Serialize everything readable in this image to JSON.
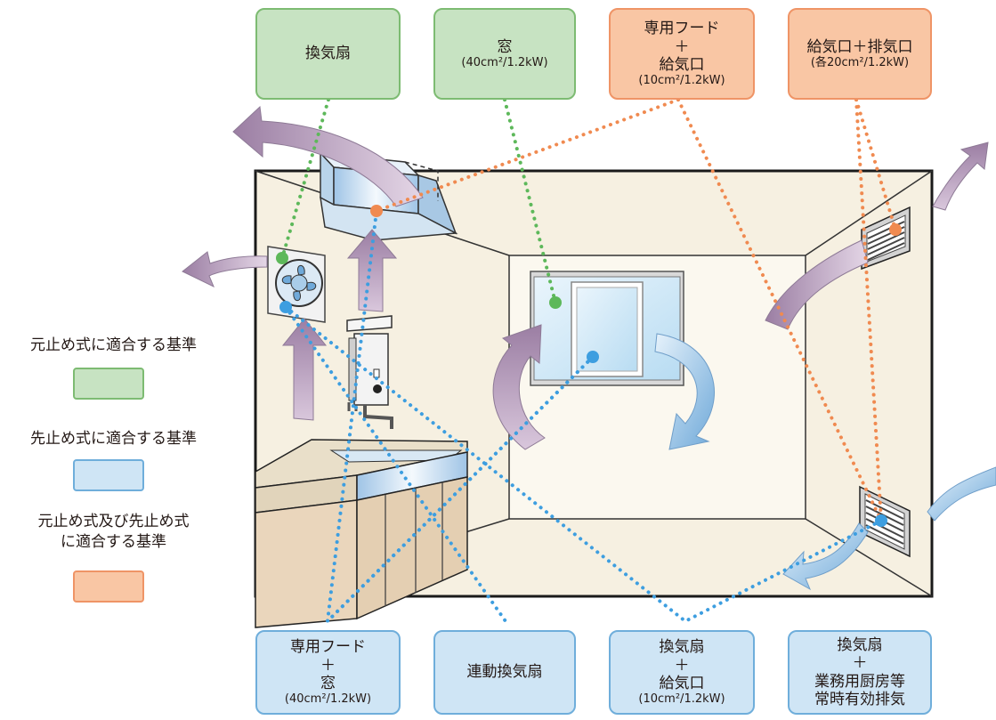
{
  "colors": {
    "green_fill": "#c7e3c2",
    "green_border": "#7dbb72",
    "blue_fill": "#cfe5f5",
    "blue_border": "#6faedb",
    "orange_fill": "#f9c6a4",
    "orange_border": "#ef9466",
    "green_dot": "#5db85a",
    "blue_dot": "#3d9ee0",
    "orange_dot": "#f08a50"
  },
  "top_boxes": [
    {
      "lines": [
        "換気扇"
      ],
      "note": ""
    },
    {
      "lines": [
        "窓"
      ],
      "note": "(40cm²/1.2kW)"
    },
    {
      "lines": [
        "専用フード",
        "＋",
        "給気口"
      ],
      "note": "(10cm²/1.2kW)"
    },
    {
      "lines": [
        "給気口＋排気口"
      ],
      "note": "(各20cm²/1.2kW)"
    }
  ],
  "bottom_boxes": [
    {
      "lines": [
        "専用フード",
        "＋",
        "窓"
      ],
      "note": "(40cm²/1.2kW)"
    },
    {
      "lines": [
        "連動換気扇"
      ],
      "note": ""
    },
    {
      "lines": [
        "換気扇",
        "＋",
        "給気口"
      ],
      "note": "(10cm²/1.2kW)"
    },
    {
      "lines": [
        "換気扇",
        "＋",
        "業務用厨房等",
        "常時有効排気"
      ],
      "note": ""
    }
  ],
  "legend": [
    {
      "label": "元止め式に適合する基準"
    },
    {
      "label": "先止め式に適合する基準"
    },
    {
      "label": "元止め式及び先止め式\nに適合する基準"
    }
  ]
}
